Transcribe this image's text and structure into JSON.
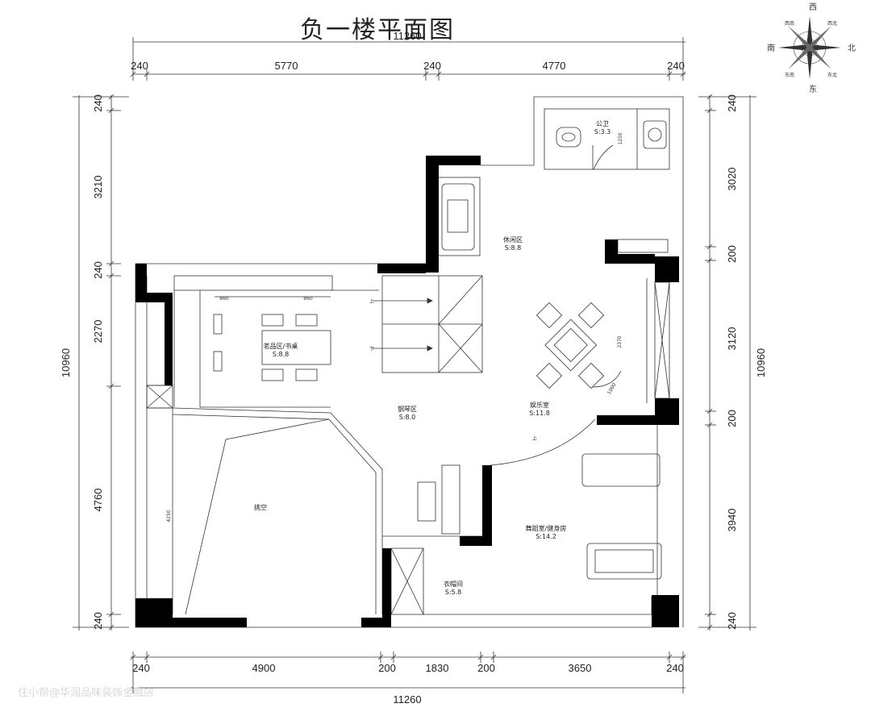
{
  "title": "负一楼平面图",
  "dimensions": {
    "top_total": "11260",
    "top": [
      "240",
      "5770",
      "240",
      "4770",
      "240"
    ],
    "bottom": [
      "240",
      "4900",
      "200",
      "1830",
      "200",
      "3650",
      "240"
    ],
    "bottom_total": "11260",
    "left": [
      "240",
      "3210",
      "240",
      "2270",
      "4760",
      "240"
    ],
    "left_total": "10960",
    "right": [
      "240",
      "3020",
      "200",
      "3120",
      "200",
      "3940",
      "240"
    ],
    "right_total": "10960"
  },
  "rooms": {
    "bathroom": {
      "name": "公卫",
      "area": "S:3.3"
    },
    "lounge": {
      "name": "休闲区",
      "area": "S:8.8"
    },
    "tea": {
      "name": "茗品区/书桌",
      "area": "S:8.8"
    },
    "piano": {
      "name": "钢琴区",
      "area": "S:8.0"
    },
    "entertainment": {
      "name": "娱乐室",
      "area": "S:11.8"
    },
    "dance": {
      "name": "舞蹈室/健身房",
      "area": "S:14.2"
    },
    "cloak": {
      "name": "衣帽间",
      "area": "S:5.8"
    },
    "storage": {
      "name": "挑空",
      "area": ""
    }
  },
  "inner_dims": {
    "shelf1": "860",
    "shelf2": "860",
    "bath_door": "1250",
    "ent_height": "2370",
    "ent_arc": "1000",
    "storage_h": "4250"
  },
  "stairs": {
    "up": "上",
    "down": "下",
    "door_mark": "上"
  },
  "compass": {
    "n": "北",
    "s": "南",
    "e": "东",
    "w": "西",
    "ne": "东北",
    "nw": "西北",
    "se": "东南",
    "sw": "西南"
  },
  "watermark": "住小帮@华润品味装饰金融店"
}
